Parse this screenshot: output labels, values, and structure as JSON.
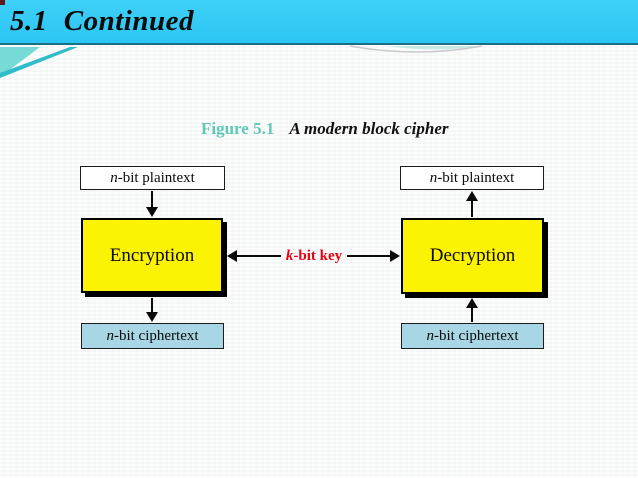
{
  "header": {
    "section_number": "5.1",
    "section_title": "Continued"
  },
  "figure": {
    "label": "Figure 5.1",
    "caption": "A modern block cipher"
  },
  "diagram": {
    "plaintext_left": {
      "var": "n",
      "rest": "-bit plaintext"
    },
    "plaintext_right": {
      "var": "n",
      "rest": "-bit plaintext"
    },
    "encryption_label": "Encryption",
    "decryption_label": "Decryption",
    "ciphertext_left": {
      "var": "n",
      "rest": "-bit ciphertext"
    },
    "ciphertext_right": {
      "var": "n",
      "rest": "-bit ciphertext"
    },
    "key": {
      "var": "k",
      "rest": "-bit key"
    }
  },
  "colors": {
    "header_bar": "#2FC9F5",
    "header_border": "#1A7186",
    "figure_label_teal": "#5FC9B5",
    "key_red": "#EC0010",
    "box_yellow": "#FBF303",
    "box_blue": "#A9D6E4",
    "box_border": "#000000",
    "swoosh_teal_light": "#76DBD6",
    "swoosh_teal_dark": "#2FBDCA",
    "corner_artifact": "#5D191B",
    "background": "#F8F9F9"
  }
}
